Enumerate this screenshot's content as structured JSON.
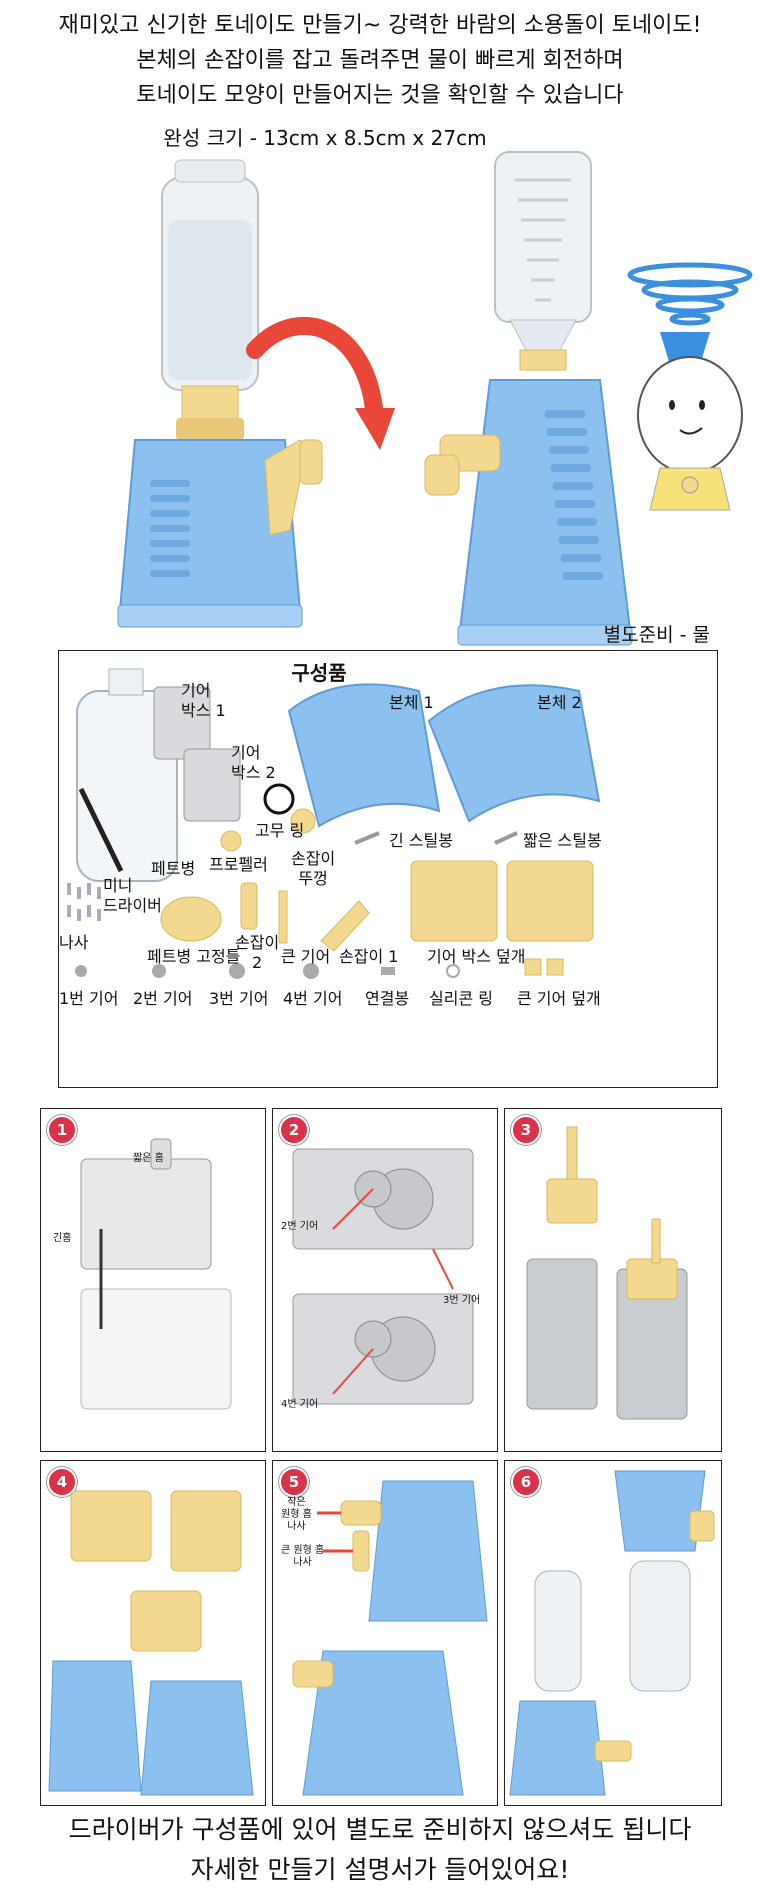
{
  "intro": {
    "line1": "재미있고 신기한 토네이도 만들기~ 강력한 바람의 소용돌이 토네이도!",
    "line2": "본체의 손잡이를 잡고 돌려주면 물이 빠르게 회전하며",
    "line3": "토네이도 모양이 만들어지는 것을 확인할 수 있습니다",
    "size": "완성 크기 - 13cm x 8.5cm x 27cm"
  },
  "note": "별도준비 - 물",
  "parts": {
    "title": "구성품",
    "labels": {
      "gearbox1": "기어\n박스 1",
      "gearbox2": "기어\n박스 2",
      "body1": "본체 1",
      "body2": "본체 2",
      "rubber_ring": "고무 링",
      "long_rod": "긴 스틸봉",
      "short_rod": "짧은 스틸봉",
      "bottle": "페트병",
      "propeller": "프로펠러",
      "handle_cap": "손잡이\n뚜껑",
      "mini_driver": "미니\n드라이버",
      "screw": "나사",
      "bottle_holder": "페트병 고정틀",
      "handle2": "손잡이\n2",
      "big_gear": "큰 기어",
      "handle1": "손잡이 1",
      "gearbox_cover": "기어 박스 덮개",
      "gear1": "1번 기어",
      "gear2": "2번 기어",
      "gear3": "3번 기어",
      "gear4": "4번 기어",
      "connector": "연결봉",
      "silicone_ring": "실리콘 링",
      "big_gear_cover": "큰 기어 덮개"
    }
  },
  "steps": [
    {
      "num": "1",
      "labels": {
        "short_groove": "짧은 홈",
        "long_groove": "긴홈"
      }
    },
    {
      "num": "2",
      "labels": {
        "gear2": "2번 기어",
        "gear3": "3번 기어",
        "gear4": "4번 기어"
      }
    },
    {
      "num": "3"
    },
    {
      "num": "4"
    },
    {
      "num": "5",
      "labels": {
        "small_hole": "작은\n원형 홈\n나사",
        "big_hole": "큰 원형 홈\n나사"
      }
    },
    {
      "num": "6"
    }
  ],
  "footer": {
    "line1": "드라이버가 구성품에 있어 별도로 준비하지 않으셔도 됩니다",
    "line2": "자세한 만들기 설명서가 들어있어요!"
  },
  "colors": {
    "blue": "#8cc0ee",
    "blue_dark": "#5f9bd6",
    "yellow": "#f2d98f",
    "yellow_dark": "#d8b960",
    "arrow": "#e8473a",
    "badge": "#d9324b"
  }
}
